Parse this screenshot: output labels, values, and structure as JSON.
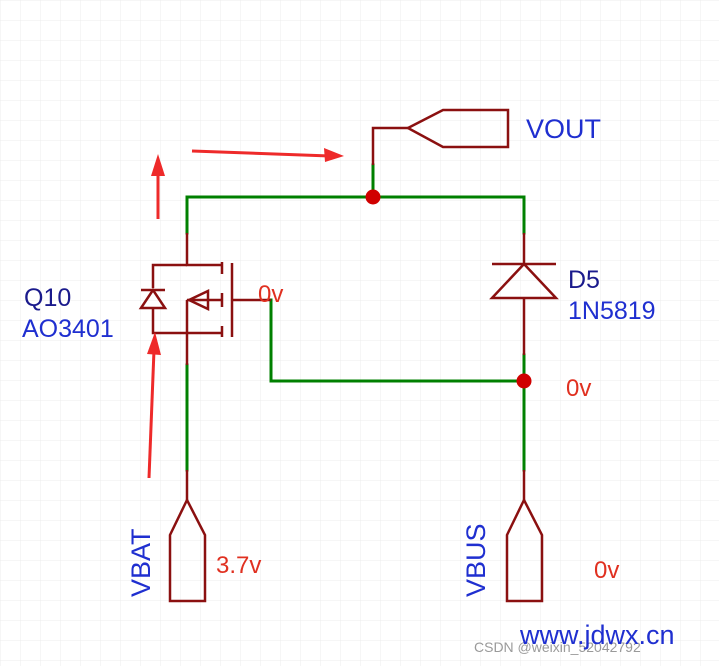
{
  "schematic": {
    "net_out": "VOUT",
    "net_bat": "VBAT",
    "net_bus": "VBUS",
    "q_ref": "Q10",
    "q_part": "AO3401",
    "d_ref": "D5",
    "d_part": "1N5819",
    "gate_voltage": "0v",
    "node_voltage": "0v",
    "bat_voltage": "3.7v",
    "bus_voltage": "0v"
  },
  "watermark": {
    "site": "www.jdwx.cn",
    "source": "CSDN @weixin_52042792"
  },
  "colors": {
    "grid": "#e9e9e9",
    "wire": "#008000",
    "symbol": "#8b1010",
    "junction": "#d00000",
    "blue_text": "#1f2fd0",
    "red_text": "#e03020",
    "dark_text": "#1a1a8c",
    "arrow": "#ee2a2a"
  }
}
